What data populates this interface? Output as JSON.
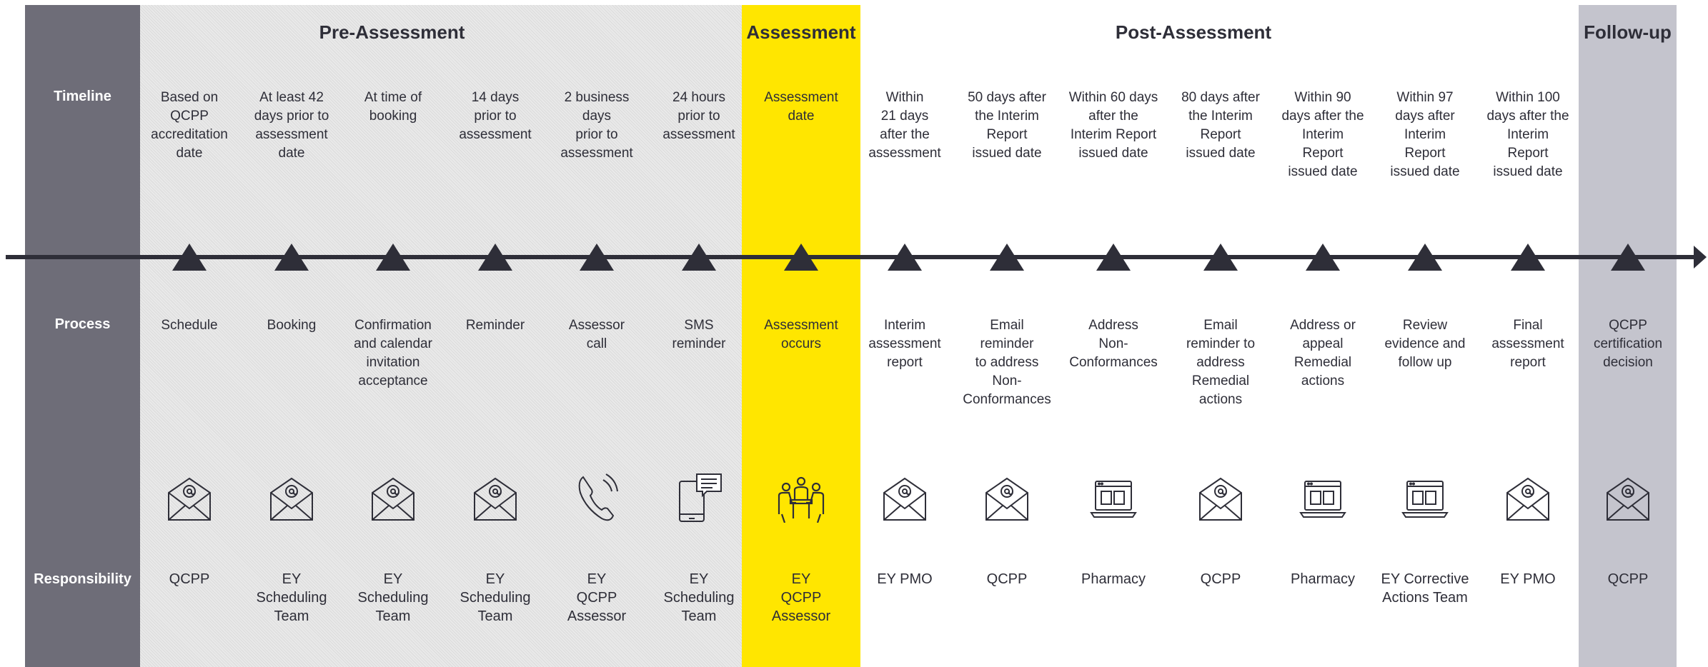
{
  "phases": {
    "pre": "Pre-Assessment",
    "assessment": "Assessment",
    "post": "Post-Assessment",
    "followup": "Follow-up"
  },
  "row_labels": {
    "timeline": "Timeline",
    "process": "Process",
    "responsibility": "Responsibility"
  },
  "steps": [
    {
      "timeline": "Based on\nQCPP\naccreditation\ndate",
      "process": "Schedule",
      "icon": "email-icon",
      "responsibility": "QCPP"
    },
    {
      "timeline": "At least 42\ndays prior to\nassessment\ndate",
      "process": "Booking",
      "icon": "email-icon",
      "responsibility": "EY\nScheduling\nTeam"
    },
    {
      "timeline": "At time of\nbooking",
      "process": "Confirmation\nand calendar\ninvitation\nacceptance",
      "icon": "email-icon",
      "responsibility": "EY\nScheduling\nTeam"
    },
    {
      "timeline": "14 days\nprior to\nassessment",
      "process": "Reminder",
      "icon": "email-icon",
      "responsibility": "EY\nScheduling\nTeam"
    },
    {
      "timeline": "2 business\ndays\nprior to\nassessment",
      "process": "Assessor\ncall",
      "icon": "phone-icon",
      "responsibility": "EY\nQCPP\nAssessor"
    },
    {
      "timeline": "24 hours\nprior to\nassessment",
      "process": "SMS\nreminder",
      "icon": "sms-icon",
      "responsibility": "EY\nScheduling\nTeam"
    },
    {
      "timeline": "Assessment\ndate",
      "process": "Assessment\noccurs",
      "icon": "meeting-icon",
      "responsibility": "EY\nQCPP\nAssessor"
    },
    {
      "timeline": "Within\n21 days\nafter the\nassessment",
      "process": "Interim\nassessment\nreport",
      "icon": "email-icon",
      "responsibility": "EY PMO"
    },
    {
      "timeline": "50 days after\nthe Interim\nReport\nissued date",
      "process": "Email\nreminder\nto address\nNon-\nConformances",
      "icon": "email-icon",
      "responsibility": "QCPP"
    },
    {
      "timeline": "Within 60 days\nafter the\nInterim Report\nissued date",
      "process": "Address\nNon-\nConformances",
      "icon": "laptop-icon",
      "responsibility": "Pharmacy"
    },
    {
      "timeline": "80 days after\nthe Interim\nReport\nissued date",
      "process": "Email\nreminder to\naddress\nRemedial\nactions",
      "icon": "email-icon",
      "responsibility": "QCPP"
    },
    {
      "timeline": "Within 90\ndays after the\nInterim\nReport\nissued date",
      "process": "Address or\nappeal\nRemedial\nactions",
      "icon": "laptop-icon",
      "responsibility": "Pharmacy"
    },
    {
      "timeline": "Within 97\ndays after\nInterim\nReport\nissued date",
      "process": "Review\nevidence and\nfollow up",
      "icon": "laptop-icon",
      "responsibility": "EY Corrective\nActions Team"
    },
    {
      "timeline": "Within 100\ndays after the\nInterim\nReport\nissued date",
      "process": "Final\nassessment\nreport",
      "icon": "email-icon",
      "responsibility": "EY PMO"
    },
    {
      "timeline": "",
      "process": "QCPP\ncertification\ndecision",
      "icon": "email-icon",
      "responsibility": "QCPP"
    }
  ],
  "colors": {
    "label_band": "#6e6d78",
    "assessment_band": "#ffe600",
    "followup_band": "#c4c4cd",
    "axis": "#2e2e38"
  }
}
